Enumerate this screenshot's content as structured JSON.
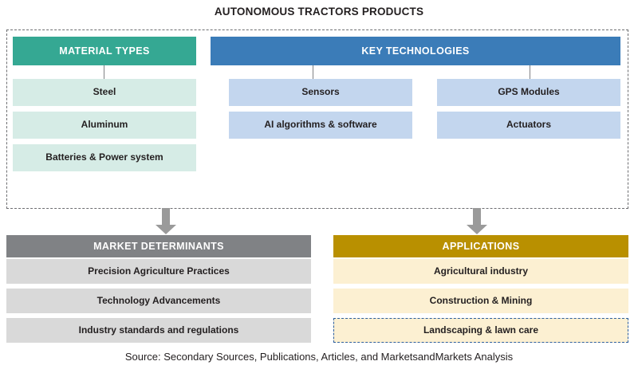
{
  "title": "AUTONOMOUS TRACTORS PRODUCTS",
  "groups": {
    "material_types": {
      "header": "MATERIAL TYPES",
      "header_color": "#35a893",
      "item_color": "#d6ece6",
      "items": [
        {
          "label": "Steel"
        },
        {
          "label": "Aluminum"
        },
        {
          "label": "Batteries & Power system"
        }
      ]
    },
    "key_technologies": {
      "header": "KEY TECHNOLOGIES",
      "header_color": "#3b7cb8",
      "item_color": "#c3d6ee",
      "left_items": [
        {
          "label": "Sensors"
        },
        {
          "label": "AI algorithms & software"
        }
      ],
      "right_items": [
        {
          "label": "GPS Modules"
        },
        {
          "label": "Actuators"
        }
      ]
    },
    "market_determinants": {
      "header": "MARKET DETERMINANTS",
      "header_color": "#808285",
      "item_color": "#d9d9d9",
      "items": [
        {
          "label": "Precision Agriculture Practices"
        },
        {
          "label": "Technology Advancements"
        },
        {
          "label": "Industry standards and regulations"
        }
      ]
    },
    "applications": {
      "header": "APPLICATIONS",
      "header_color": "#b99000",
      "item_color": "#fcf0d2",
      "items": [
        {
          "label": "Agricultural industry",
          "highlighted": false
        },
        {
          "label": "Construction & Mining",
          "highlighted": false
        },
        {
          "label": "Landscaping & lawn care",
          "highlighted": true
        }
      ]
    }
  },
  "arrows": [
    {
      "name": "arrow-to-market-determinants",
      "color": "#9a9a9a"
    },
    {
      "name": "arrow-to-applications",
      "color": "#9a9a9a"
    }
  ],
  "source": "Source: Secondary Sources, Publications, Articles, and MarketsandMarkets Analysis"
}
